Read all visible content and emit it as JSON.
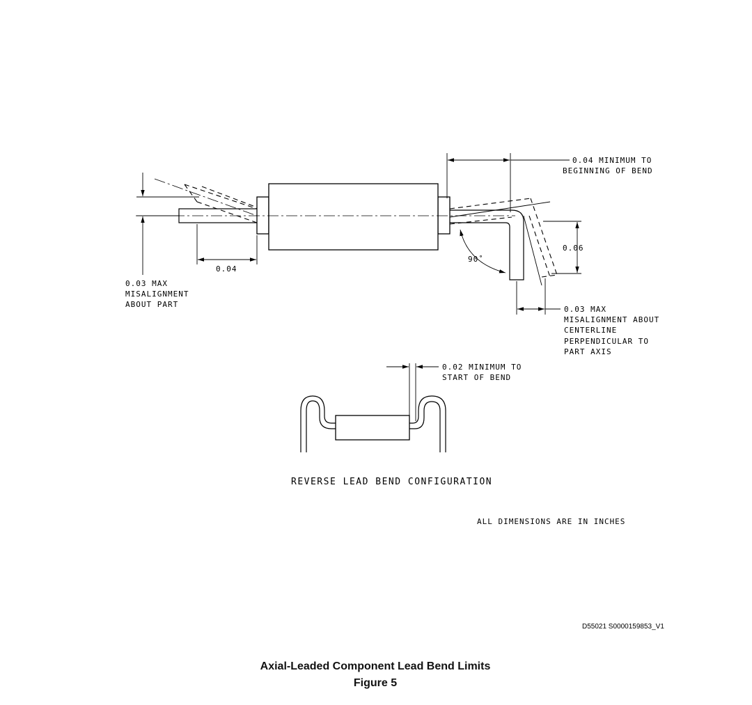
{
  "labels": {
    "min_to_bend_line1": "0.04 MINIMUM TO",
    "min_to_bend_line2": "BEGINNING OF BEND",
    "dim_004": "0.04",
    "dim_006": "0.06",
    "angle_90": "90˚",
    "misalign_part_line1": "0.03 MAX",
    "misalign_part_line2": "MISALIGNMENT",
    "misalign_part_line3": "ABOUT PART",
    "misalign_cl_line1": "0.03 MAX",
    "misalign_cl_line2": "MISALIGNMENT ABOUT",
    "misalign_cl_line3": "CENTERLINE",
    "misalign_cl_line4": "PERPENDICULAR TO",
    "misalign_cl_line5": "PART AXIS",
    "min_start_line1": "0.02 MINIMUM TO",
    "min_start_line2": "START OF BEND"
  },
  "config_title": "REVERSE LEAD BEND CONFIGURATION",
  "units_note": "ALL DIMENSIONS ARE IN INCHES",
  "drawing_ref": "D55021 S0000159853_V1",
  "caption": {
    "title": "Axial-Leaded Component Lead Bend Limits",
    "figure": "Figure 5"
  }
}
